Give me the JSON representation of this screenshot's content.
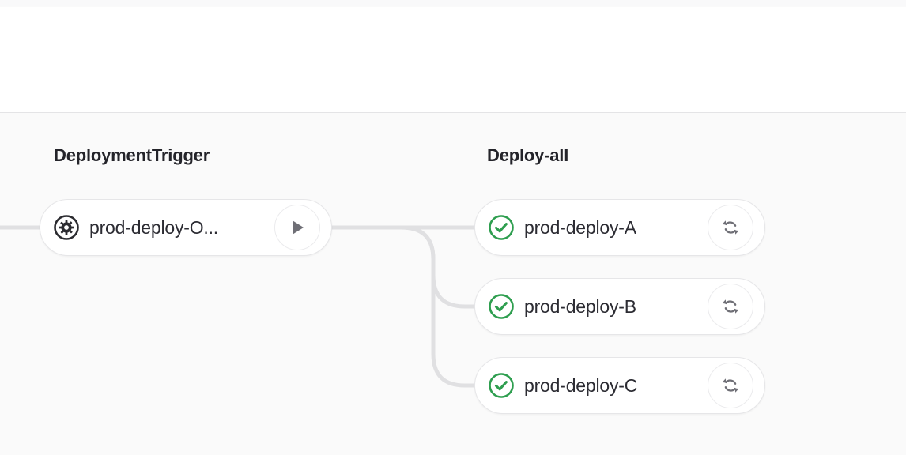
{
  "canvas": {
    "background_color": "#fafafa",
    "edge_color": "#e0e0e2"
  },
  "columns": [
    {
      "id": "deployment-trigger",
      "title": "DeploymentTrigger",
      "nodes": [
        {
          "id": "prod-deploy-o",
          "label": "prod-deploy-O...",
          "status_icon": "gear-in-circle-icon",
          "status_color": "#2b2b30",
          "action_icon": "play-icon",
          "action_color": "#6f6f76"
        }
      ]
    },
    {
      "id": "deploy-all",
      "title": "Deploy-all",
      "nodes": [
        {
          "id": "prod-deploy-a",
          "label": "prod-deploy-A",
          "status_icon": "check-circle-icon",
          "status_color": "#2e9e4f",
          "action_icon": "refresh-icon",
          "action_color": "#6f6f76"
        },
        {
          "id": "prod-deploy-b",
          "label": "prod-deploy-B",
          "status_icon": "check-circle-icon",
          "status_color": "#2e9e4f",
          "action_icon": "refresh-icon",
          "action_color": "#6f6f76"
        },
        {
          "id": "prod-deploy-c",
          "label": "prod-deploy-C",
          "status_icon": "check-circle-icon",
          "status_color": "#2e9e4f",
          "action_icon": "refresh-icon",
          "action_color": "#6f6f76"
        }
      ]
    }
  ]
}
